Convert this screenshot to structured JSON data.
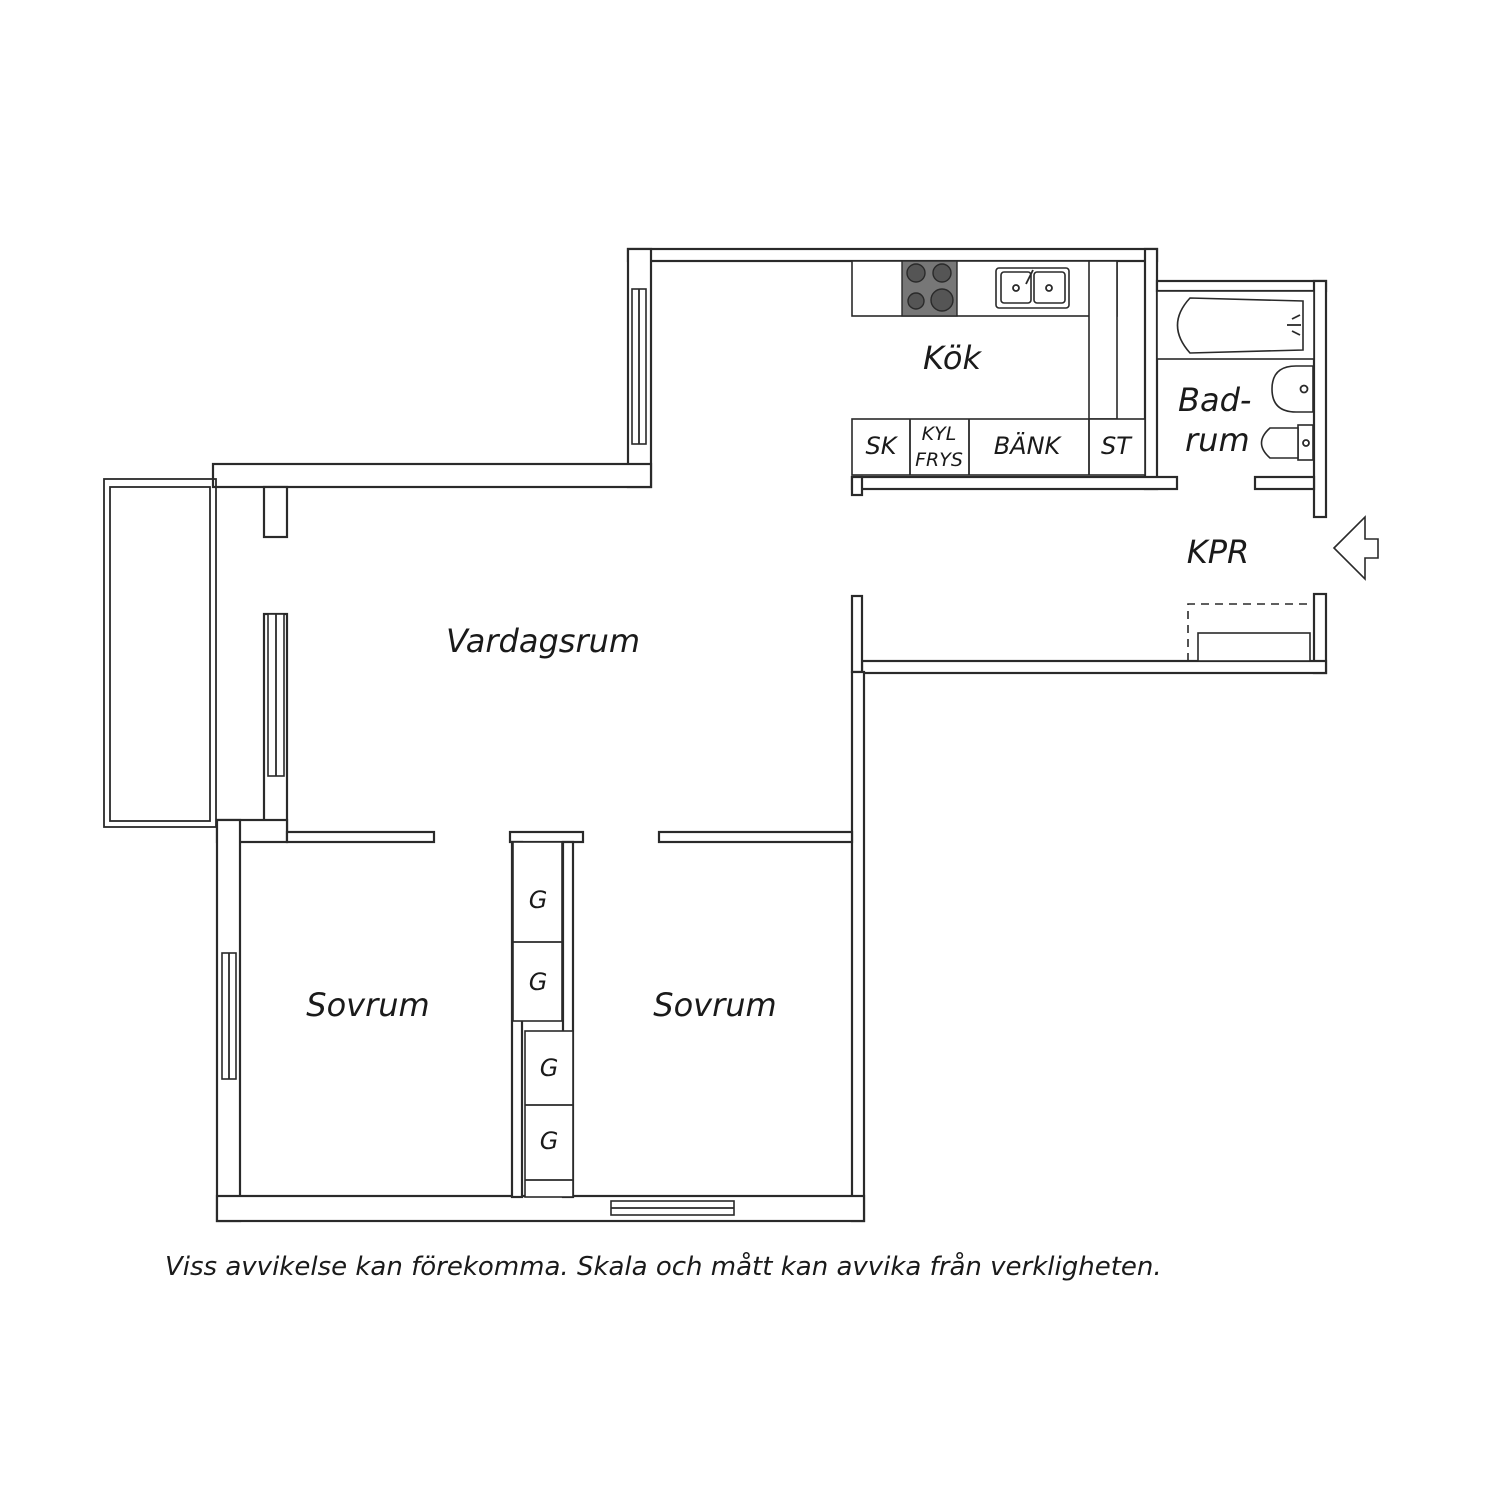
{
  "rooms": {
    "kok": "Kök",
    "badrum_line1": "Bad-",
    "badrum_line2": "rum",
    "kpr": "KPR",
    "vardagsrum": "Vardagsrum",
    "sovrum_left": "Sovrum",
    "sovrum_right": "Sovrum"
  },
  "kitchen_units": {
    "sk": "SK",
    "kyl": "KYL",
    "frys": "FRYS",
    "bank": "BÄNK",
    "st": "ST"
  },
  "wardrobes": [
    "G",
    "G",
    "G",
    "G"
  ],
  "disclaimer": "Viss avvikelse kan förekomma. Skala och mått kan avvika från verkligheten.",
  "icons": [
    "entrance-arrow-icon",
    "stove-icon",
    "sink-icon",
    "bathtub-icon",
    "washbasin-icon",
    "toilet-icon"
  ]
}
